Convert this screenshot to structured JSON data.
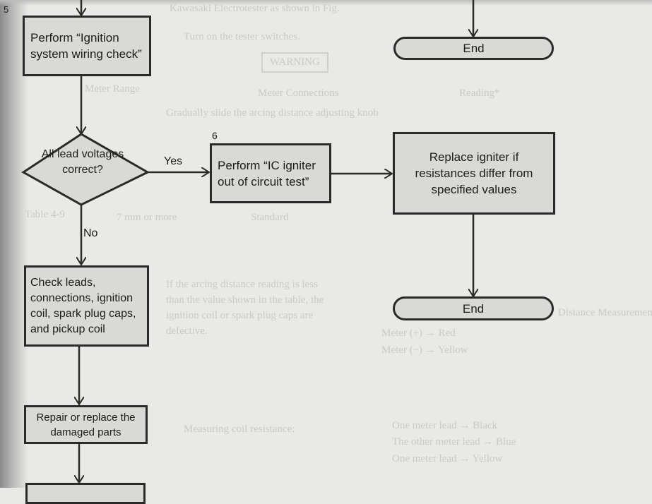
{
  "flowchart": {
    "step5": {
      "number": "5",
      "text": "Perform “Ignition system wiring check”"
    },
    "decision": {
      "text": "All lead voltages correct?",
      "yes_label": "Yes",
      "no_label": "No"
    },
    "step6": {
      "number": "6",
      "text": "Perform “IC igniter out of circuit test”"
    },
    "replace": {
      "text": "Replace igniter if resistances differ from specified values"
    },
    "end_top": {
      "text": "End"
    },
    "end_bottom": {
      "text": "End"
    },
    "check": {
      "text": "Check leads, connections, ignition coil, spark plug caps, and pickup coil"
    },
    "repair": {
      "text": "Repair or replace the damaged parts"
    }
  },
  "background_text": [
    "Kawasaki Electrotester as shown in Fig.",
    "Turn on the tester switches.",
    "WARNING",
    "Gradually slide the arcing distance adjusting knob",
    "Meter Range",
    "Meter Connections",
    "Reading*",
    "Table 4-9",
    "Standard",
    "7 mm or more",
    "If the arcing distance reading is less than the value shown in the table, the ignition coil or spark plug caps are defective.",
    "Meter (+) → Red",
    "Meter (−) → Yellow",
    "One meter lead → Black",
    "The other meter lead → Blue",
    "One meter lead → Yellow",
    "Measuring coil resistance:",
    "Distance Measurement"
  ]
}
